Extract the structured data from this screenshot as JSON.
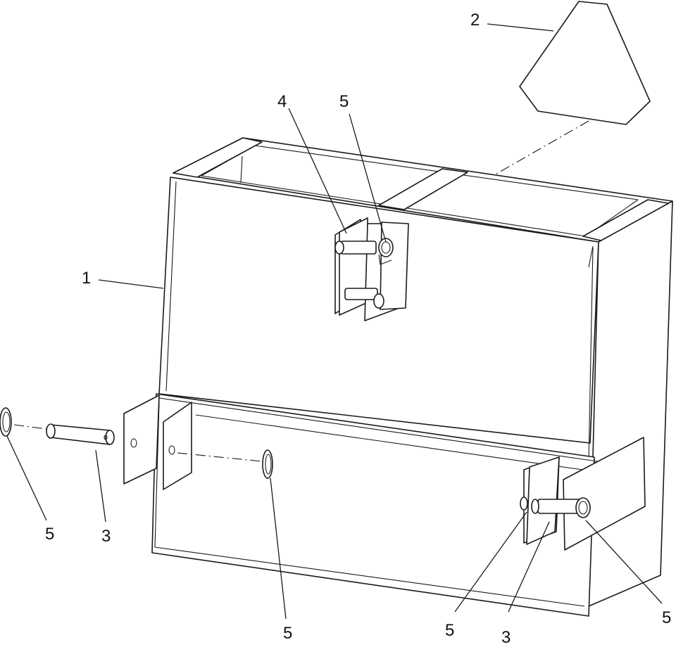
{
  "callouts": [
    {
      "id": "c1",
      "label": "1"
    },
    {
      "id": "c2",
      "label": "2"
    },
    {
      "id": "c4",
      "label": "4"
    },
    {
      "id": "c5-top",
      "label": "5"
    },
    {
      "id": "c5-left",
      "label": "5"
    },
    {
      "id": "c3-left",
      "label": "3"
    },
    {
      "id": "c5-bottom",
      "label": "5"
    },
    {
      "id": "c5-right-a",
      "label": "5"
    },
    {
      "id": "c3-right",
      "label": "3"
    },
    {
      "id": "c5-right-b",
      "label": "5"
    }
  ]
}
